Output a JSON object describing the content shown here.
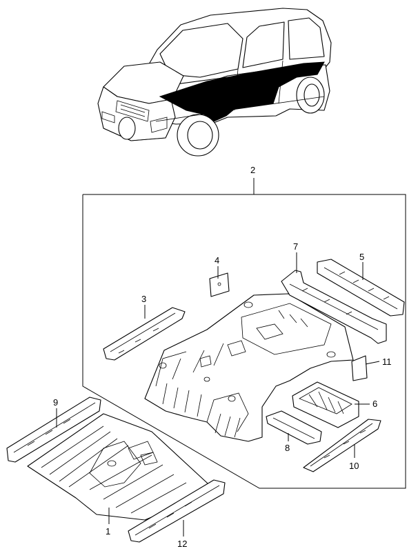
{
  "callouts": {
    "c1": "1",
    "c2": "2",
    "c3": "3",
    "c4": "4",
    "c5": "5",
    "c6": "6",
    "c7": "7",
    "c8": "8",
    "c9": "9",
    "c10": "10",
    "c11": "11",
    "c12": "12"
  },
  "colors": {
    "line": "#000000",
    "background": "#ffffff",
    "highlight": "#000000"
  }
}
